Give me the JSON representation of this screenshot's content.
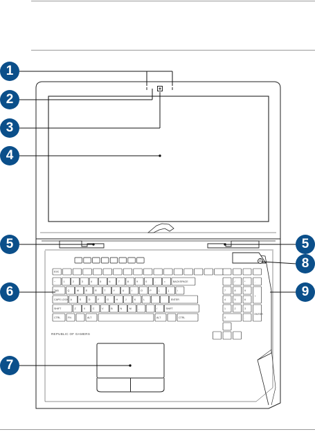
{
  "diagram": {
    "callouts": [
      {
        "number": "1"
      },
      {
        "number": "2"
      },
      {
        "number": "3"
      },
      {
        "number": "4"
      },
      {
        "number": "5"
      },
      {
        "number": "5"
      },
      {
        "number": "6"
      },
      {
        "number": "7"
      },
      {
        "number": "8"
      },
      {
        "number": "9"
      }
    ],
    "colors": {
      "callout": "#0b4f8a",
      "outline": "#222222",
      "rule": "#9a9a9a"
    },
    "keyboard_brand_text": "REPUBLIC OF GAMERS",
    "keys": {
      "esc": "ESC",
      "tab": "TAB",
      "caps": "CAPS LOCK",
      "shift": "SHIFT",
      "ctrl": "CTRL",
      "fn": "FN",
      "alt": "ALT",
      "enter": "ENTER",
      "backspace": "BACKSPACE",
      "row2": [
        "~",
        "1",
        "2",
        "3",
        "4",
        "5",
        "6",
        "7",
        "8",
        "9",
        "0",
        "-",
        "="
      ],
      "row3": [
        "Q",
        "W",
        "E",
        "R",
        "T",
        "Y",
        "U",
        "I",
        "O",
        "P",
        "[",
        "]",
        "\\"
      ],
      "row4": [
        "A",
        "S",
        "D",
        "F",
        "G",
        "H",
        "J",
        "K",
        "L",
        ";",
        "'"
      ],
      "row5": [
        "Z",
        "X",
        "C",
        "V",
        "B",
        "N",
        "M",
        ",",
        ".",
        "/"
      ],
      "numpad": [
        "/",
        "*",
        "-",
        "7",
        "8",
        "9",
        "+",
        "4",
        "5",
        "6",
        "1",
        "2",
        "3",
        "0",
        "."
      ]
    }
  }
}
